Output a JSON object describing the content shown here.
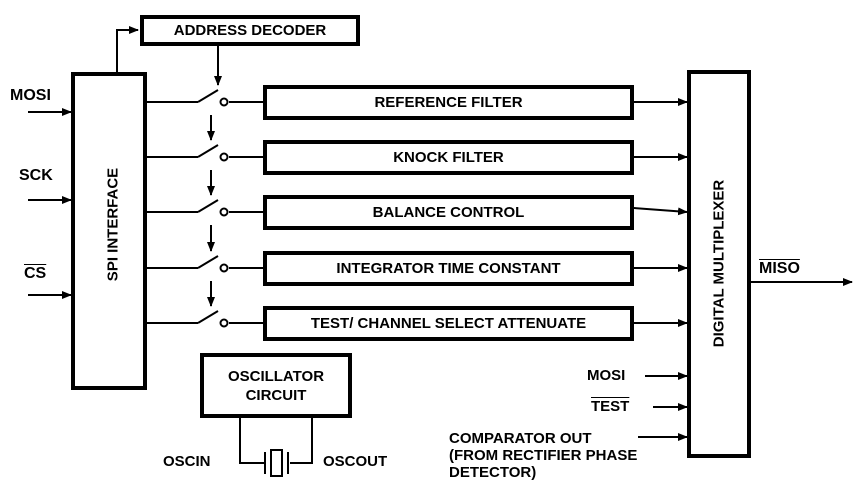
{
  "blocks": {
    "address_decoder": "ADDRESS DECODER",
    "spi_interface": "SPI INTERFACE",
    "reference_filter": "REFERENCE FILTER",
    "knock_filter": "KNOCK FILTER",
    "balance_control": "BALANCE CONTROL",
    "integrator_time_constant": "INTEGRATOR TIME CONSTANT",
    "test_channel_select": "TEST/ CHANNEL SELECT ATTENUATE",
    "digital_multiplexer": "DIGITAL MULTIPLEXER",
    "oscillator_line1": "OSCILLATOR",
    "oscillator_line2": "CIRCUIT"
  },
  "signals": {
    "mosi_in": "MOSI",
    "sck": "SCK",
    "cs": "CS",
    "miso": "MISO",
    "mosi_mux": "MOSI",
    "test": "TEST",
    "comparator_line1": "COMPARATOR OUT",
    "comparator_line2": "(FROM RECTIFIER PHASE",
    "comparator_line3": "DETECTOR)",
    "oscin": "OSCIN",
    "oscout": "OSCOUT"
  }
}
